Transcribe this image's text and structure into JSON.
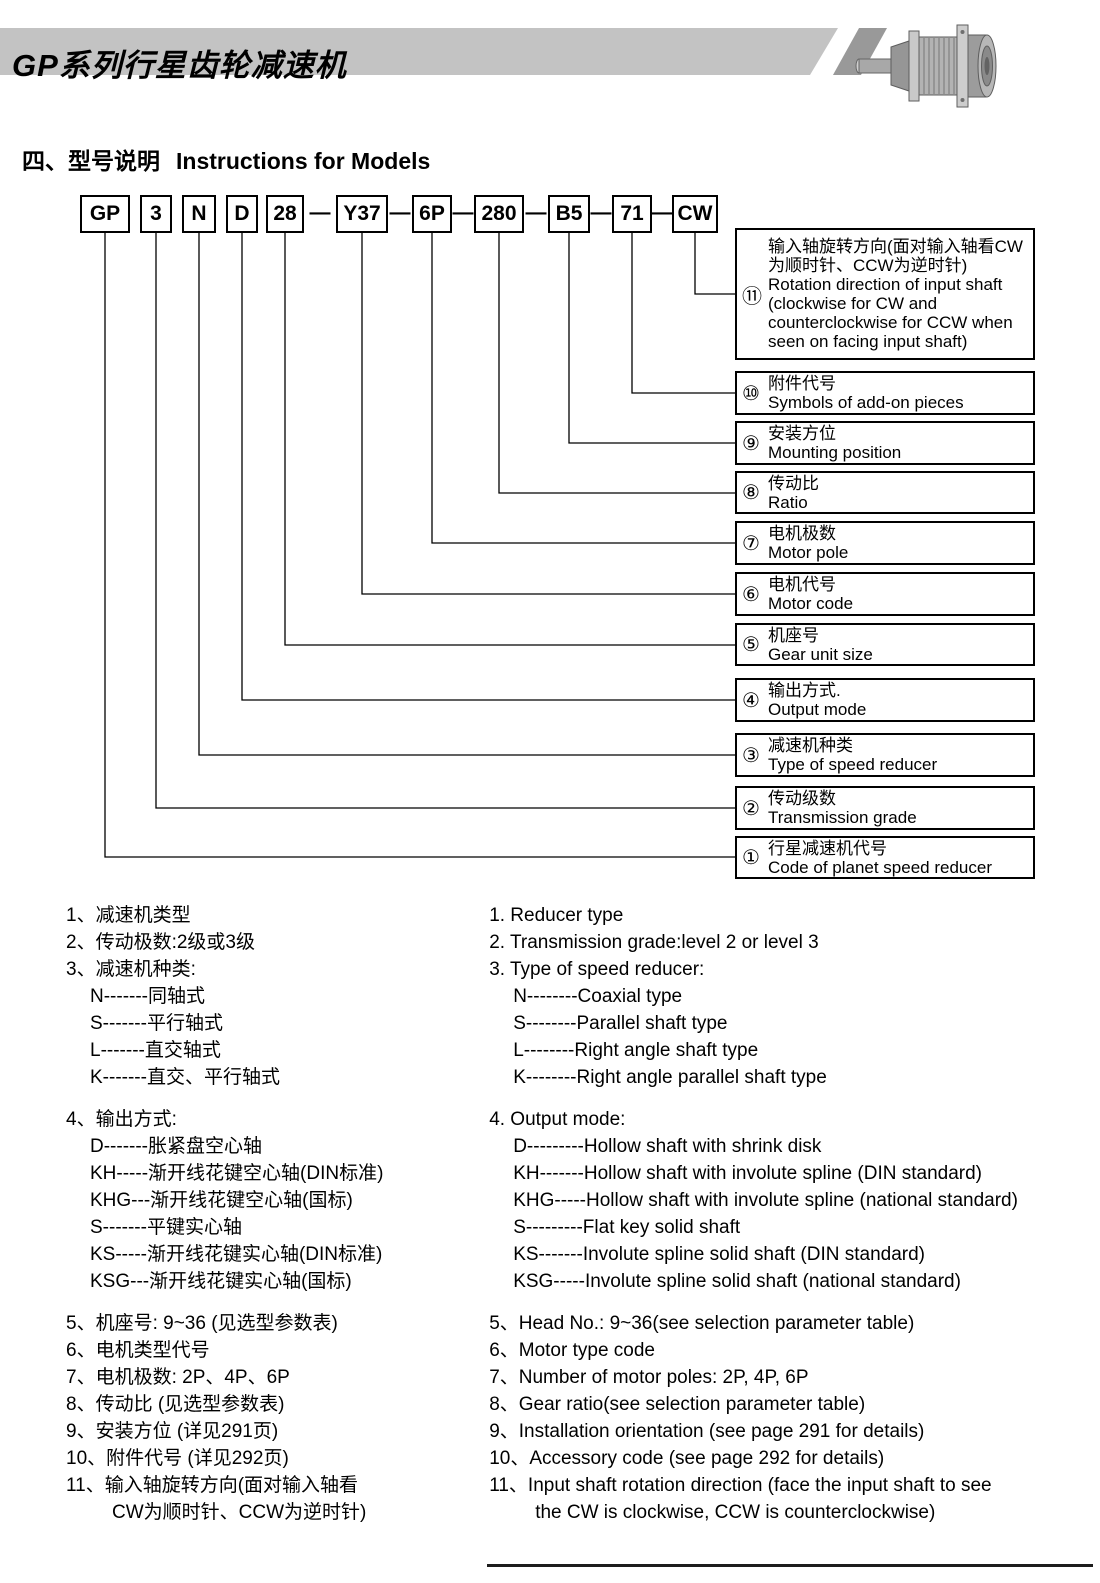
{
  "header": {
    "title": "GP系列行星齿轮减速机"
  },
  "section_heading": {
    "zh": "四、型号说明",
    "en": "Instructions for Models"
  },
  "model_code": {
    "separator": "—",
    "segments": [
      "GP",
      "3",
      "N",
      "D",
      "28",
      "Y37",
      "6P",
      "280",
      "B5",
      "71",
      "CW"
    ]
  },
  "labels": [
    {
      "num": "⑪",
      "zh": "输入轴旋转方向(面对输入轴看CW为顺时针、CCW为逆时针)",
      "en": "Rotation direction of input shaft (clockwise for CW and counterclockwise for CCW when seen on facing input shaft)"
    },
    {
      "num": "⑩",
      "zh": "附件代号",
      "en": "Symbols of add-on pieces"
    },
    {
      "num": "⑨",
      "zh": "安装方位",
      "en": "Mounting position"
    },
    {
      "num": "⑧",
      "zh": "传动比",
      "en": "Ratio"
    },
    {
      "num": "⑦",
      "zh": "电机极数",
      "en": "Motor pole"
    },
    {
      "num": "⑥",
      "zh": "电机代号",
      "en": "Motor code"
    },
    {
      "num": "⑤",
      "zh": "机座号",
      "en": "Gear unit size"
    },
    {
      "num": "④",
      "zh": "输出方式.",
      "en": "Output mode"
    },
    {
      "num": "③",
      "zh": "减速机种类",
      "en": "Type of speed reducer"
    },
    {
      "num": "②",
      "zh": "传动级数",
      "en": "Transmission grade"
    },
    {
      "num": "①",
      "zh": "行星减速机代号",
      "en": "Code of planet speed reducer"
    }
  ],
  "lists": {
    "left": {
      "items": [
        "1、减速机类型",
        "2、传动极数:2级或3级",
        "3、减速机种类:",
        "N-------同轴式",
        "S-------平行轴式",
        "L-------直交轴式",
        "K-------直交、平行轴式",
        "4、输出方式:",
        "D-------胀紧盘空心轴",
        "KH-----渐开线花键空心轴(DIN标准)",
        "KHG---渐开线花键空心轴(国标)",
        "S-------平键实心轴",
        "KS-----渐开线花键实心轴(DIN标准)",
        "KSG---渐开线花键实心轴(国标)",
        "5、机座号: 9~36 (见选型参数表)",
        "6、电机类型代号",
        "7、电机极数: 2P、4P、6P",
        "8、传动比 (见选型参数表)",
        "9、安装方位 (详见291页)",
        "10、附件代号 (详见292页)",
        "11、输入轴旋转方向(面对输入轴看",
        "CW为顺时针、CCW为逆时针)"
      ]
    },
    "right": {
      "items": [
        "1. Reducer type",
        "2. Transmission grade:level 2 or level 3",
        "3. Type of speed reducer:",
        "N--------Coaxial type",
        "S--------Parallel shaft type",
        "L--------Right angle shaft type",
        "K--------Right angle parallel shaft type",
        "4. Output mode:",
        "D---------Hollow shaft with shrink disk",
        "KH-------Hollow shaft with involute spline (DIN standard)",
        "KHG-----Hollow shaft with involute spline (national standard)",
        "S---------Flat key solid shaft",
        "KS-------Involute spline solid shaft (DIN standard)",
        "KSG-----Involute spline solid shaft (national standard)",
        "5、Head No.: 9~36(see selection parameter table)",
        "6、Motor type code",
        "7、Number of motor poles: 2P, 4P, 6P",
        "8、Gear ratio(see selection parameter table)",
        "9、Installation orientation (see page 291 for details)",
        "10、Accessory code (see page 292 for details)",
        "11、Input shaft rotation direction (face the input shaft to see",
        "the CW is clockwise, CCW is counterclockwise)"
      ]
    }
  }
}
